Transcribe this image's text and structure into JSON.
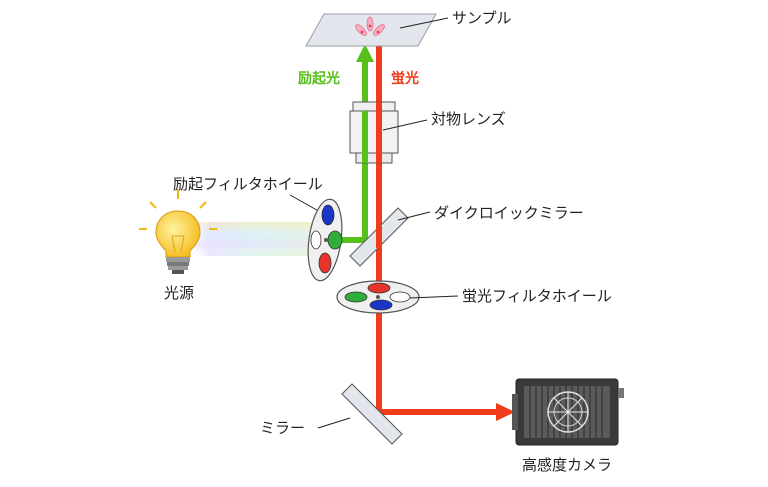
{
  "labels": {
    "sample": "サンプル",
    "excitation_light": "励起光",
    "fluorescence": "蛍光",
    "objective_lens": "対物レンズ",
    "excitation_filter_wheel": "励起フィルタホイール",
    "dichroic_mirror": "ダイクロイックミラー",
    "light_source": "光源",
    "fluorescence_filter_wheel": "蛍光フィルタホイール",
    "mirror": "ミラー",
    "camera": "高感度カメラ"
  },
  "colors": {
    "excitation": "#58c01a",
    "fluorescence": "#f03c1a",
    "bulb": "#f7c21a",
    "filter_red": "#e8342a",
    "filter_green": "#2fae3a",
    "filter_blue": "#1a35c8",
    "glass": "#e4e6ee"
  }
}
